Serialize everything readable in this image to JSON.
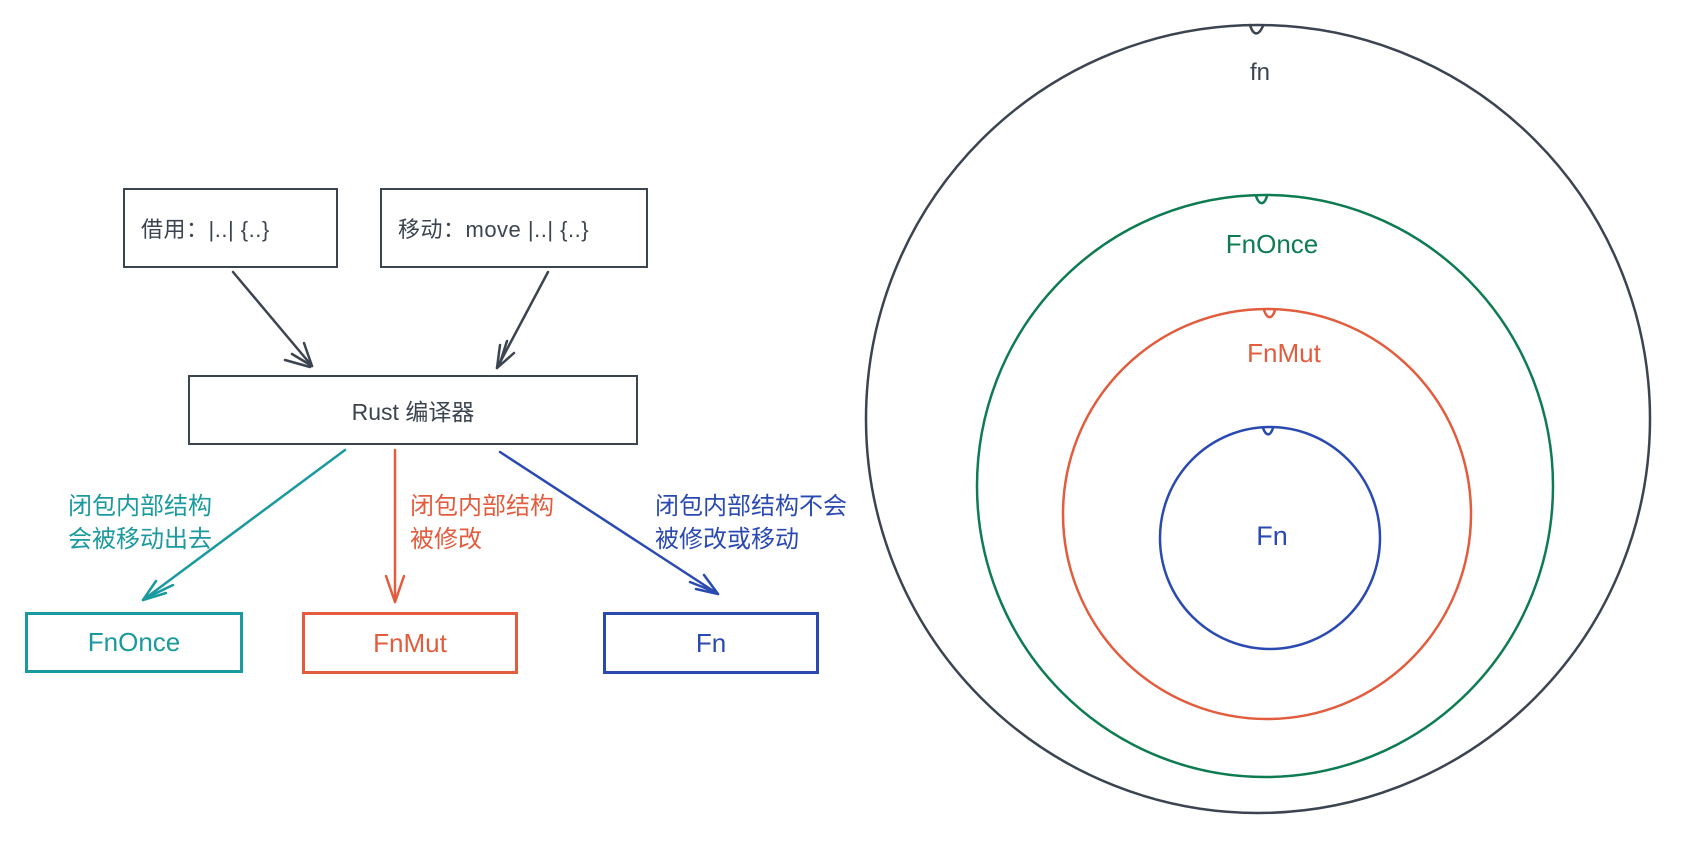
{
  "colors": {
    "dark": "#3b4450",
    "teal": "#1a9a9f",
    "green": "#0e7c52",
    "orange": "#e25c3d",
    "blue": "#2a4ab2"
  },
  "flowchart": {
    "borrow_label": "借用：|..| {..}",
    "move_label": "移动：move |..| {..}",
    "compiler_label": "Rust 编译器",
    "branch_fnonce": {
      "line1": "闭包内部结构",
      "line2": "会被移动出去",
      "box": "FnOnce"
    },
    "branch_fnmut": {
      "line1": "闭包内部结构",
      "line2": "被修改",
      "box": "FnMut"
    },
    "branch_fn": {
      "line1": "闭包内部结构不会",
      "line2": "被修改或移动",
      "box": "Fn"
    }
  },
  "euler": {
    "outer": "fn",
    "fnonce": "FnOnce",
    "fnmut": "FnMut",
    "fn": "Fn"
  }
}
